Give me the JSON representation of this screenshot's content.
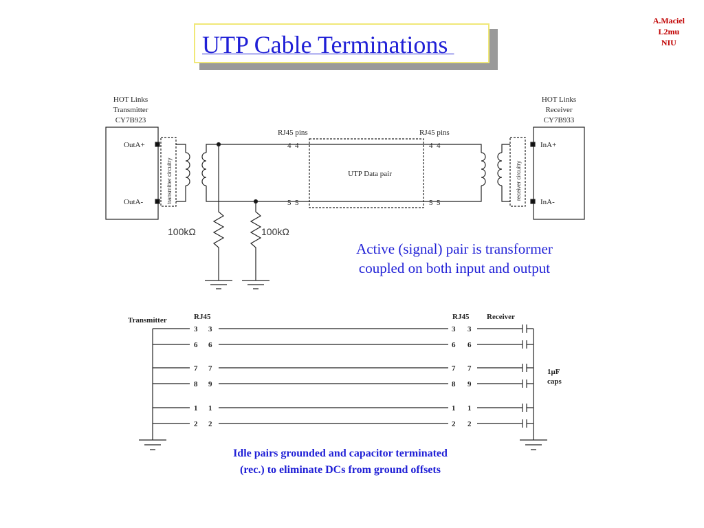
{
  "author": {
    "line1": "A.Maciel",
    "line2": "L2mu",
    "line3": "NIU"
  },
  "title": "UTP Cable Terminations ",
  "diagram1": {
    "transmitter_label": [
      "HOT Links",
      "Transmitter",
      "CY7B923"
    ],
    "receiver_label": [
      "HOT Links",
      "Receiver",
      "CY7B933"
    ],
    "tx_pins": [
      "OutA+",
      "OutA-"
    ],
    "rx_pins": [
      "InA+",
      "InA-"
    ],
    "tx_circuit_label": "transmitter circuitry",
    "rx_circuit_label": "receiver circuitry",
    "rj45_label": "RJ45 pins",
    "pin_top": "4  4",
    "pin_bottom": "5  5",
    "data_pair_label": "UTP Data pair",
    "resistor_label": "100kΩ"
  },
  "caption1": {
    "line1": "Active (signal) pair is transformer",
    "line2": "coupled on both input and output"
  },
  "diagram2": {
    "transmitter": "Transmitter",
    "rj45": "RJ45",
    "receiver": "Receiver",
    "left_pins": [
      "3",
      "6",
      "7",
      "8",
      "1",
      "2"
    ],
    "left_pins2": [
      "3",
      "6",
      "7",
      "9",
      "1",
      "2"
    ],
    "right_pins": [
      "3",
      "6",
      "7",
      "8",
      "1",
      "2"
    ],
    "right_pins2": [
      "3",
      "6",
      "7",
      "9",
      "1",
      "2"
    ],
    "caps_label1": "1μF",
    "caps_label2": "caps"
  },
  "caption2": {
    "line1": "Idle pairs grounded and capacitor terminated",
    "line2": "(rec.) to eliminate DCs from ground offsets"
  }
}
